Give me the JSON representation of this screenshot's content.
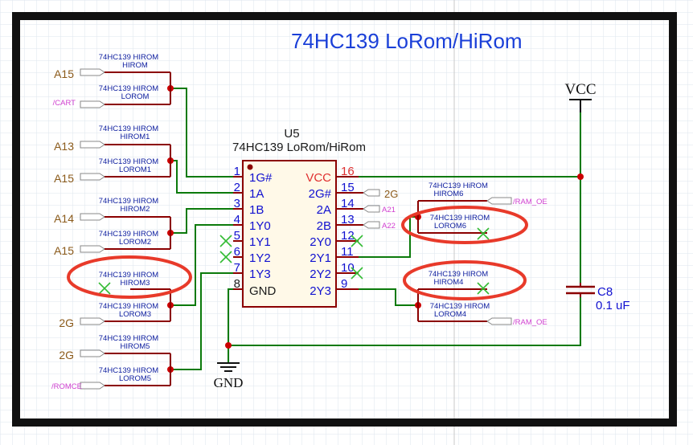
{
  "title": "74HC139 LoRom/HiRom",
  "colors": {
    "wire": "#0b7a0b",
    "pin": "#8b0000",
    "junction": "#cc0000",
    "pin_number": "#1010d0",
    "pin_name": "#1010d0",
    "vcc_pin": "#e03030",
    "net_label": "#8b5a1a",
    "small_label": "#d040d0",
    "highlight": "#e83a2a",
    "nc_mark": "#33bb33",
    "title": "#1a3fd8",
    "body_fill": "#fff9e8",
    "border": "#111111"
  },
  "chip": {
    "designator": "U5",
    "name": "74HC139 LoRom/HiRom",
    "left_pins": [
      {
        "num": "1",
        "name": "1G#"
      },
      {
        "num": "2",
        "name": "1A"
      },
      {
        "num": "3",
        "name": "1B"
      },
      {
        "num": "4",
        "name": "1Y0"
      },
      {
        "num": "5",
        "name": "1Y1"
      },
      {
        "num": "6",
        "name": "1Y2"
      },
      {
        "num": "7",
        "name": "1Y3"
      },
      {
        "num": "8",
        "name": "GND"
      }
    ],
    "right_pins": [
      {
        "num": "16",
        "name": "VCC"
      },
      {
        "num": "15",
        "name": "2G#"
      },
      {
        "num": "14",
        "name": "2A"
      },
      {
        "num": "13",
        "name": "2B"
      },
      {
        "num": "12",
        "name": "2Y0"
      },
      {
        "num": "11",
        "name": "2Y1"
      },
      {
        "num": "10",
        "name": "2Y2"
      },
      {
        "num": "9",
        "name": "2Y3"
      }
    ]
  },
  "jumpers_left": [
    {
      "top": "74HC139 HIROM",
      "sub": "HIROM"
    },
    {
      "top": "74HC139 HIROM",
      "sub": "LOROM"
    },
    {
      "top": "74HC139 HIROM",
      "sub": "HIROM1"
    },
    {
      "top": "74HC139 HIROM",
      "sub": "LOROM1"
    },
    {
      "top": "74HC139 HIROM",
      "sub": "HIROM2"
    },
    {
      "top": "74HC139 HIROM",
      "sub": "LOROM2"
    },
    {
      "top": "74HC139 HIROM",
      "sub": "HIROM3"
    },
    {
      "top": "74HC139 HIROM",
      "sub": "LOROM3"
    },
    {
      "top": "74HC139 HIROM",
      "sub": "HIROM5"
    },
    {
      "top": "74HC139 HIROM",
      "sub": "LOROM5"
    }
  ],
  "jumpers_right": [
    {
      "top": "74HC139 HiROM",
      "sub": "HIROM6"
    },
    {
      "top": "74HC139 HIROM",
      "sub": "LOROM6"
    },
    {
      "top": "74HC139 HIROM",
      "sub": "HIROM4"
    },
    {
      "top": "74HC139 HIROM",
      "sub": "LOROM4"
    }
  ],
  "nets_left": [
    "A15",
    "/CART",
    "A13",
    "A15",
    "A14",
    "A15",
    "2G",
    "2G",
    "/ROMCE"
  ],
  "nets_right": {
    "r15": "2G",
    "r14": "A21",
    "r13": "A22",
    "ram_oe_top": "/RAM_OE",
    "ram_oe_bottom": "/RAM_OE"
  },
  "power": {
    "vcc": "VCC",
    "gnd": "GND"
  },
  "capacitor": {
    "designator": "C8",
    "value": "0.1 uF"
  }
}
